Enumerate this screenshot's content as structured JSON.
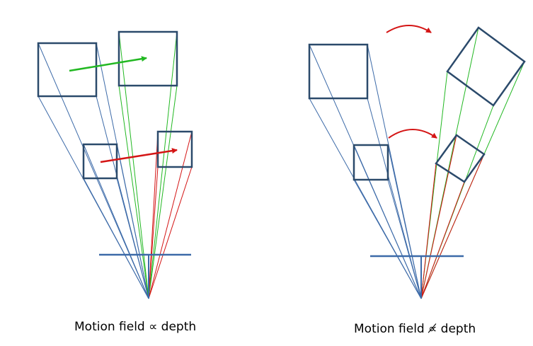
{
  "captions": {
    "left": "Motion field ∝ depth",
    "right": "Motion field ∝̸ depth"
  },
  "colors": {
    "box_stroke": "#2b4a6b",
    "blue_ray": "#3c6aa8",
    "green": "#22b822",
    "red": "#d41515",
    "image_plane": "#3c6aa8"
  },
  "panels": {
    "left": {
      "title": "",
      "motion": "translation"
    },
    "right": {
      "title": "",
      "motion": "rotation"
    }
  }
}
